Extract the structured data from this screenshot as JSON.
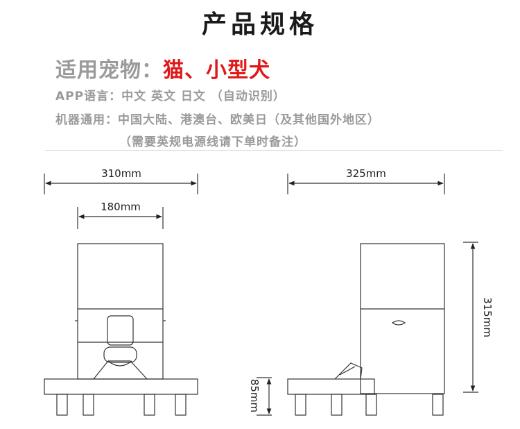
{
  "header": {
    "title": "产品规格"
  },
  "pets": {
    "label": "适用宠物：",
    "value": "猫、小型犬"
  },
  "language": {
    "line": "APP语言：中文 英文 日文 （自动识别）"
  },
  "regions": {
    "line": "机器通用：中国大陆、港澳台、欧美日（及其他国外地区）"
  },
  "power_note": {
    "line": "（需要英规电源线请下单时备注）"
  },
  "dimensions": {
    "front_total_width": "310mm",
    "front_body_width": "180mm",
    "side_depth": "325mm",
    "height": "315mm",
    "base_height": "85mm"
  },
  "colors": {
    "accent": "#e01818",
    "label_gray": "#9a9a9a",
    "line": "#333333"
  }
}
